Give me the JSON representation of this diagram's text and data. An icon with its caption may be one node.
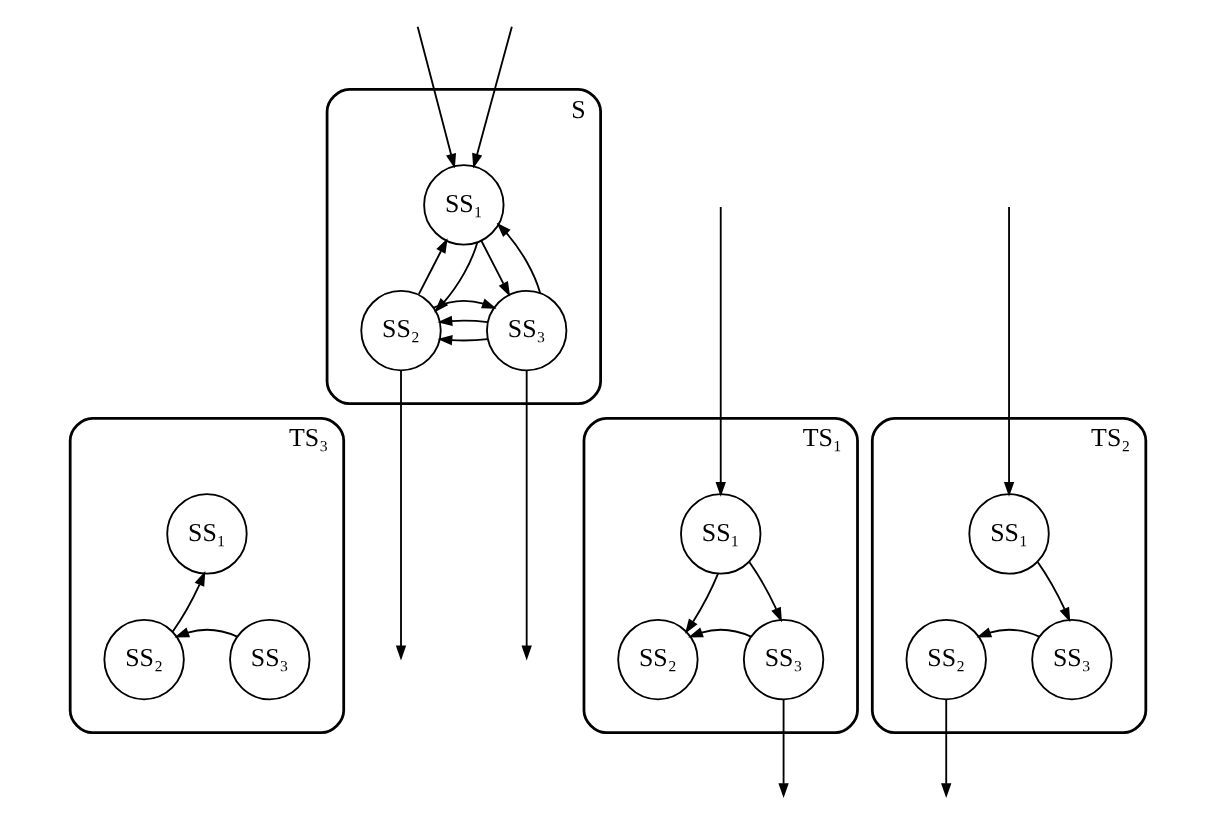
{
  "diagram": {
    "nodes": [
      {
        "text": [
          "S"
        ]
      },
      {
        "text": [
          "SS₁"
        ],
        "in": 0
      },
      {
        "text": [
          "SS₂"
        ],
        "in": 0
      },
      {
        "text": [
          "SS₃"
        ],
        "in": 0
      },
      {
        "text": [
          "TS₁"
        ]
      },
      {
        "text": [
          "SS₁"
        ],
        "in": 4
      },
      {
        "text": [
          "SS₂"
        ],
        "in": 4
      },
      {
        "text": [
          "SS₃"
        ],
        "in": 4
      },
      {
        "text": [
          "TS₂"
        ]
      },
      {
        "text": [
          "SS₁"
        ],
        "in": 8
      },
      {
        "text": [
          "SS₂"
        ],
        "in": 8
      },
      {
        "text": [
          "SS₃"
        ],
        "in": 8
      },
      {
        "text": [
          "TS₃"
        ]
      },
      {
        "text": [
          "SS₁"
        ],
        "in": 12
      },
      {
        "text": [
          "SS₂"
        ],
        "in": 12
      },
      {
        "text": [
          "SS₃"
        ],
        "in": 12
      }
    ],
    "edges": [
      {
        "from": null,
        "to": 1,
        "arrow": "to"
      },
      {
        "from": null,
        "to": 1,
        "arrow": "to"
      },
      {
        "from": 2,
        "to": 1,
        "arrow": "to"
      },
      {
        "from": 1,
        "to": 2,
        "arrow": "to"
      },
      {
        "from": 1,
        "to": 3,
        "arrow": "to"
      },
      {
        "from": 3,
        "to": 1,
        "arrow": "to"
      },
      {
        "from": 3,
        "to": 2,
        "arrow": "to"
      },
      {
        "from": 3,
        "to": 2,
        "arrow": "to"
      },
      {
        "from": 2,
        "to": 3,
        "arrow": "to"
      },
      {
        "from": 2,
        "to": null,
        "arrow": "to"
      },
      {
        "from": 3,
        "to": null,
        "arrow": "to"
      },
      {
        "from": null,
        "to": 5,
        "arrow": "to"
      },
      {
        "from": 5,
        "to": 6,
        "arrow": "to"
      },
      {
        "from": 5,
        "to": 7,
        "arrow": "to"
      },
      {
        "from": 7,
        "to": 6,
        "arrow": "to"
      },
      {
        "from": 7,
        "to": null,
        "arrow": "to"
      },
      {
        "from": null,
        "to": 9,
        "arrow": "to"
      },
      {
        "from": 9,
        "to": 11,
        "arrow": "to"
      },
      {
        "from": 11,
        "to": 10,
        "arrow": "to"
      },
      {
        "from": 10,
        "to": null,
        "arrow": "to"
      },
      {
        "from": 14,
        "to": 13,
        "arrow": "to"
      },
      {
        "from": 15,
        "to": 14,
        "arrow": "to"
      }
    ]
  }
}
